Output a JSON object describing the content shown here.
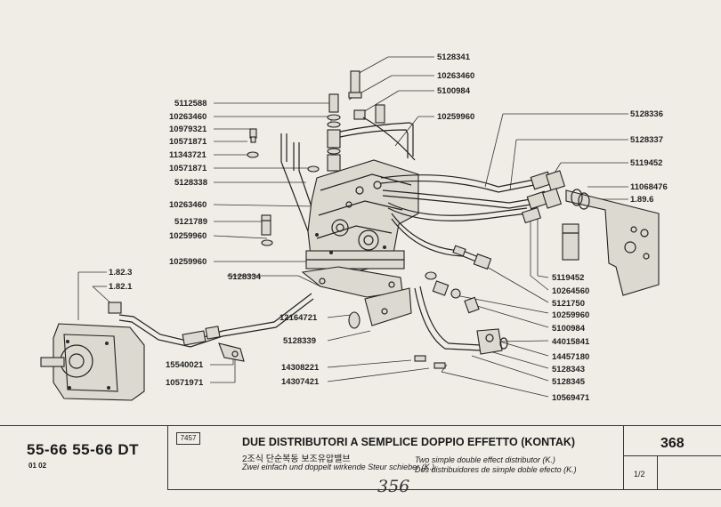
{
  "parts": {
    "p5128341": "5128341",
    "p10263460a": "10263460",
    "p5100984a": "5100984",
    "p5112588": "5112588",
    "p10259960a": "10259960",
    "p10263460b": "10263460",
    "p10979321": "10979321",
    "p10571871a": "10571871",
    "p11343721": "11343721",
    "p10571871b": "10571871",
    "p5128338": "5128338",
    "p10263460c": "10263460",
    "p5121789": "5121789",
    "p10259960b": "10259960",
    "p10259960c": "10259960",
    "p5128336": "5128336",
    "p5128337": "5128337",
    "p5119452a": "5119452",
    "p11068476": "11068476",
    "p189_6": "1.89.6",
    "p5119452b": "5119452",
    "p10264560": "10264560",
    "p5121750": "5121750",
    "p10259960d": "10259960",
    "p5100984b": "5100984",
    "p44015841": "44015841",
    "p14457180": "14457180",
    "p5128343": "5128343",
    "p5128345": "5128345",
    "p10569471": "10569471",
    "p5128334": "5128334",
    "p12164721": "12164721",
    "p5128339": "5128339",
    "p14308221": "14308221",
    "p14307421": "14307421",
    "p182_3": "1.82.3",
    "p182_1": "1.82.1",
    "p15540021": "15540021",
    "p10571971": "10571971"
  },
  "footer": {
    "model": "55-66  55-66 DT",
    "subcode": "01 02",
    "ref": "7457",
    "title": "DUE DISTRIBUTORI A SEMPLICE DOPPIO EFFETTO (KONTAK)",
    "title_kr": "2조식 단순복동 보조유압밸브",
    "title_de": "Zwei einfach und doppelt wirkende Steur schieber (K.)",
    "title_en": "Two simple double effect distributor (K.)",
    "title_es": "Dos distribuidores de simple doble efecto (K.)",
    "page": "368",
    "sheet": "1/2",
    "handwritten": "356"
  }
}
